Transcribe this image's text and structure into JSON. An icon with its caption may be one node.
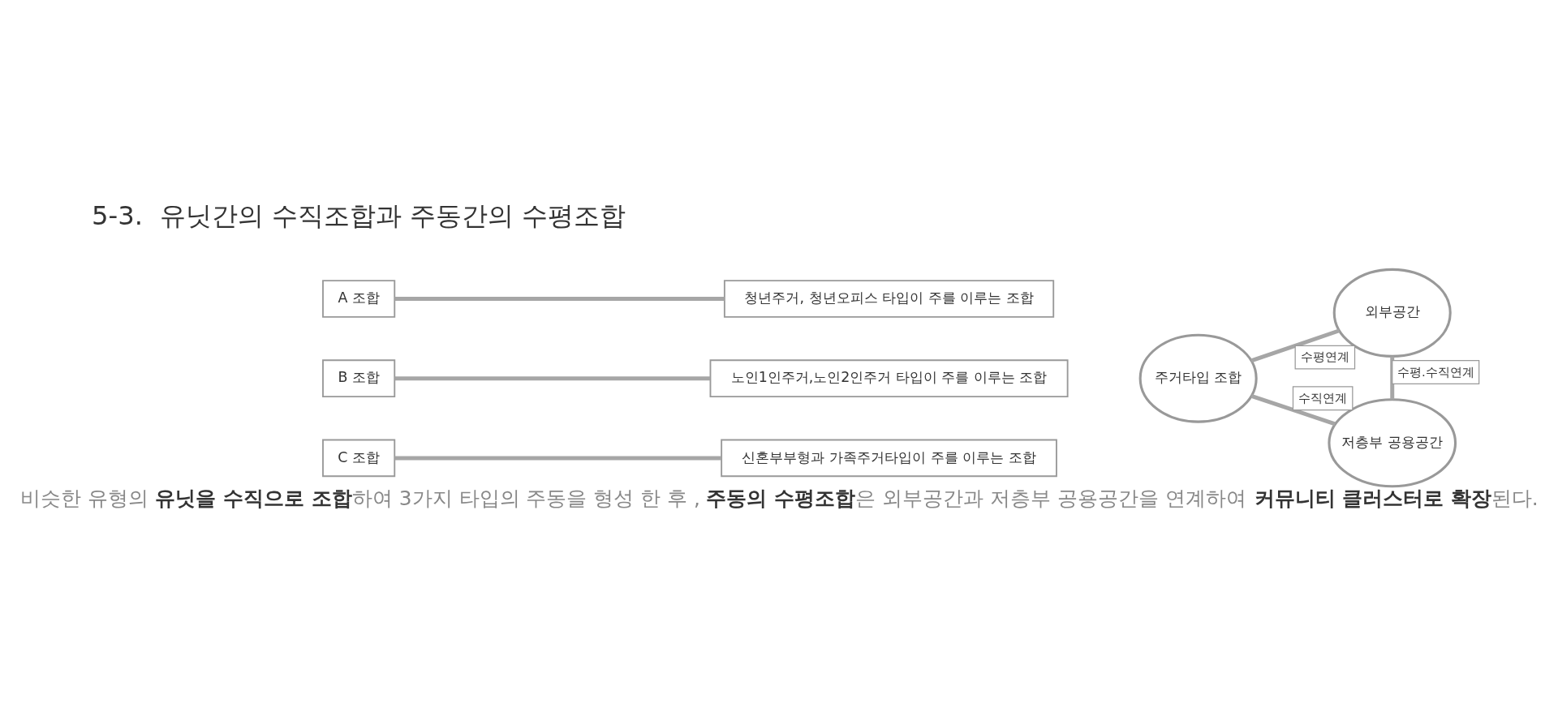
{
  "diagram": {
    "title": "5-3.  유닛간의 수직조합과 주동간의 수평조합",
    "caption": "비슷한 유형의 **유닛을 수직으로 조합**하여 3가지 타입의 주동을 형성 한 후 , **주동의 수평조합**은 외부공간과 저층부 공용공간을 연계하여 **커뮤니티 클러스터로 확장**된다.",
    "nodes": [
      {
        "text": [
          "A 조합"
        ]
      },
      {
        "text": [
          "청년주거, 청년오피스 타입이 주를 이루는 조합"
        ]
      },
      {
        "text": [
          "B 조합"
        ]
      },
      {
        "text": [
          "노인1인주거,노인2인주거 타입이 주를 이루는 조합"
        ]
      },
      {
        "text": [
          "C 조합"
        ]
      },
      {
        "text": [
          "신혼부부형과 가족주거타입이 주를 이루는 조합"
        ]
      },
      {
        "text": [
          "주거타입 조합"
        ]
      },
      {
        "text": [
          "외부공간"
        ]
      },
      {
        "text": [
          "저층부 공용공간"
        ]
      }
    ],
    "edges": [
      {
        "from": 0,
        "to": 1,
        "arrow": "none"
      },
      {
        "from": 2,
        "to": 3,
        "arrow": "none"
      },
      {
        "from": 4,
        "to": 5,
        "arrow": "none"
      },
      {
        "from": 6,
        "to": 7,
        "arrow": "none",
        "label": "수평연계"
      },
      {
        "from": 6,
        "to": 8,
        "arrow": "none",
        "label": "수직연계"
      },
      {
        "from": 7,
        "to": 8,
        "arrow": "none",
        "label": "수평.수직연계"
      }
    ]
  }
}
